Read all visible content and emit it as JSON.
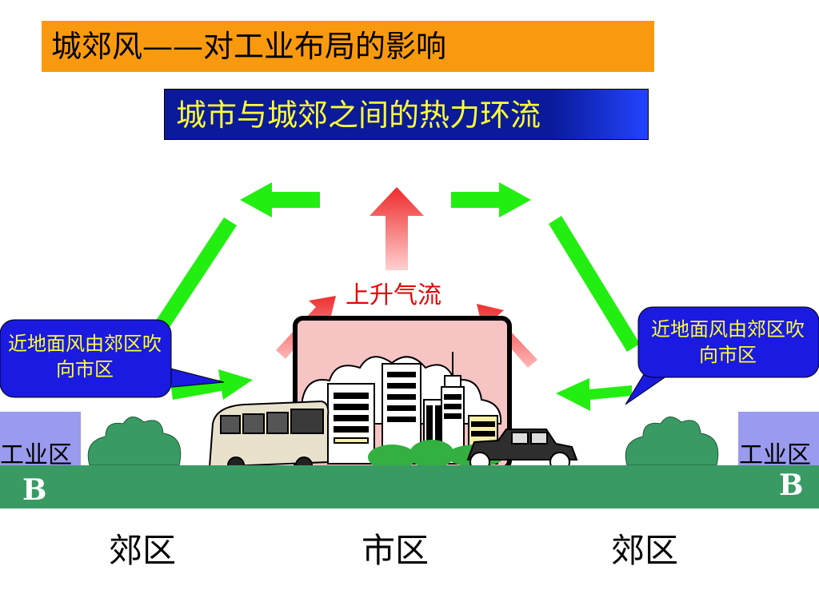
{
  "header": {
    "title": "城郊风——对工业布局的影响",
    "subtitle": "城市与城郊之间的热力环流"
  },
  "diagram": {
    "rising_air_label": "上升气流",
    "callout_left": "近地面风由郊区吹向市区",
    "callout_right": "近地面风由郊区吹向市区",
    "industrial_left": "工业区",
    "industrial_right": "工业区",
    "marker_left": "B",
    "marker_right": "B",
    "ground_labels": {
      "suburb_left": "郊区",
      "city": "市区",
      "suburb_right": "郊区"
    }
  },
  "colors": {
    "title_bg": "#f99a0e",
    "subtitle_bg": "#0a1a9a",
    "subtitle_text": "#ffff33",
    "flow_arrow": "#22ee11",
    "ground": "#3a9a64",
    "industrial_block": "#9a9aee",
    "callout_bg": "#1a1ae0"
  }
}
